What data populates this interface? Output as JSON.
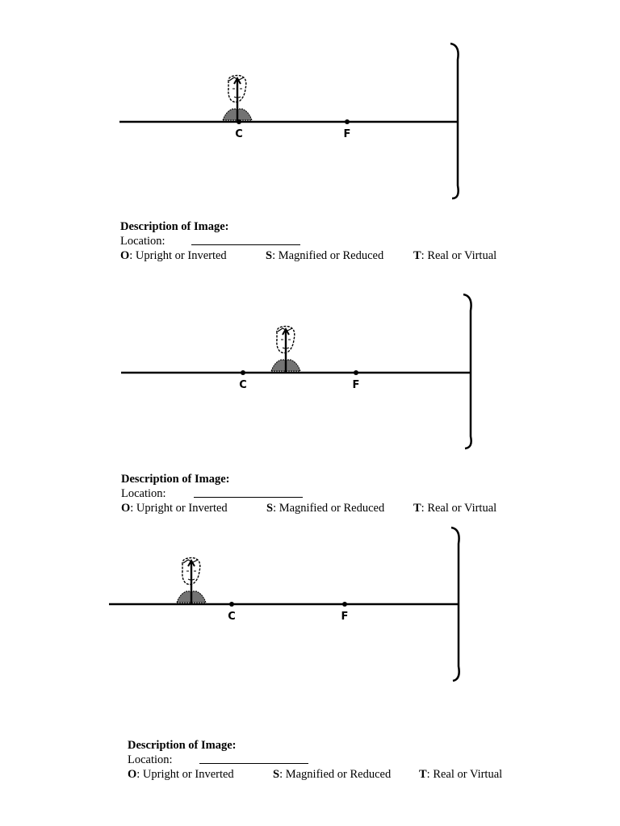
{
  "problems": [
    {
      "id": "1",
      "labels": {
        "center": "C",
        "focal": "F"
      },
      "description": {
        "title": "Description of Image:",
        "location_label": "Location:",
        "location_value": "",
        "orientation_key": "O",
        "orientation_text": ": Upright or Inverted",
        "size_key": "S",
        "size_text": ": Magnified or Reduced",
        "type_key": "T",
        "type_text": ": Real or Virtual"
      }
    },
    {
      "id": "2",
      "labels": {
        "center": "C",
        "focal": "F"
      },
      "description": {
        "title": "Description of Image:",
        "location_label": "Location:",
        "location_value": "",
        "orientation_key": "O",
        "orientation_text": ": Upright or Inverted",
        "size_key": "S",
        "size_text": ": Magnified or Reduced",
        "type_key": "T",
        "type_text": ": Real or Virtual"
      }
    },
    {
      "id": "3",
      "labels": {
        "center": "C",
        "focal": "F"
      },
      "description": {
        "title": "Description of Image:",
        "location_label": "Location:",
        "location_value": "",
        "orientation_key": "O",
        "orientation_text": ": Upright or Inverted",
        "size_key": "S",
        "size_text": ": Magnified or Reduced",
        "type_key": "T",
        "type_text": ": Real or Virtual"
      }
    }
  ]
}
